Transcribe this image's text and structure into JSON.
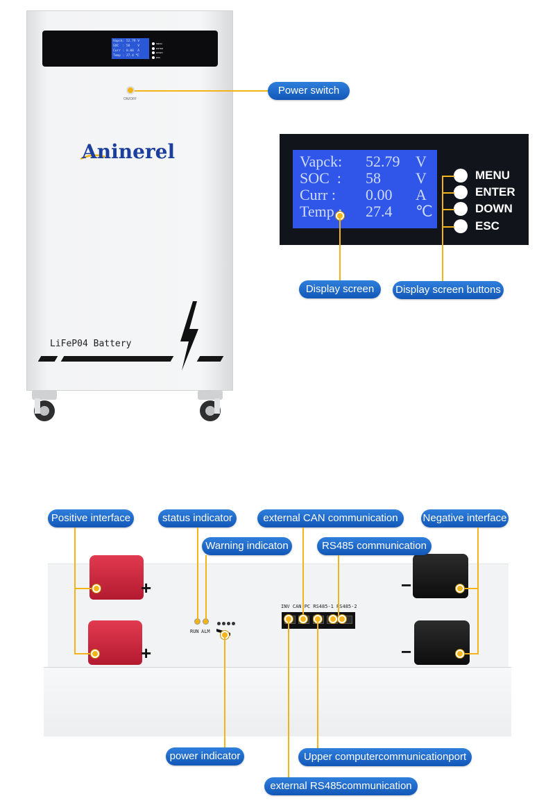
{
  "tower": {
    "brand": "Aninerel",
    "battery_label": "LiFeP04 Battery",
    "onoff_label": "ON/OFF",
    "mini_lcd_lines": [
      "Vapck: 52.79 V",
      "SOC  : 58    V",
      "Curr : 0.00  A",
      "Temp : 27.4 ℃"
    ],
    "mini_buttons": [
      "MENU",
      "ENTER",
      "DOWN",
      "ESC"
    ]
  },
  "display": {
    "rows": [
      {
        "label": "Vapck:",
        "value": "52.79",
        "unit": "V"
      },
      {
        "label": "SOC  :",
        "value": "58",
        "unit": "V"
      },
      {
        "label": "Curr :",
        "value": "0.00",
        "unit": "A"
      },
      {
        "label": "Temp :",
        "value": "27.4",
        "unit": "℃"
      }
    ],
    "buttons": [
      "MENU",
      "ENTER",
      "DOWN",
      "ESC"
    ]
  },
  "callouts": {
    "power_switch": "Power switch",
    "display_screen": "Display screen",
    "display_buttons": "Display screen buttons",
    "positive_interface": "Positive interface",
    "status_indicator": "status indicator",
    "warning_indicator": "Warning indicaton",
    "external_can": "external CAN communication",
    "rs485": "RS485 communication",
    "negative_interface": "Negative interface",
    "power_indicator": "power indicator",
    "upper_computer": "Upper computercommunicationport",
    "external_rs485": "external RS485communication"
  },
  "panel": {
    "run_label": "RUN",
    "alm_label": "ALM",
    "port_labels": "INV CAN PC  RS485-1 RS485-2",
    "plus": "+",
    "minus": "−"
  },
  "colors": {
    "callout_blue": "#1e6fd0",
    "leader_yellow": "#f2b418",
    "lcd_blue": "#2f56e8",
    "terminal_red": "#c8233a",
    "terminal_black": "#151515"
  }
}
